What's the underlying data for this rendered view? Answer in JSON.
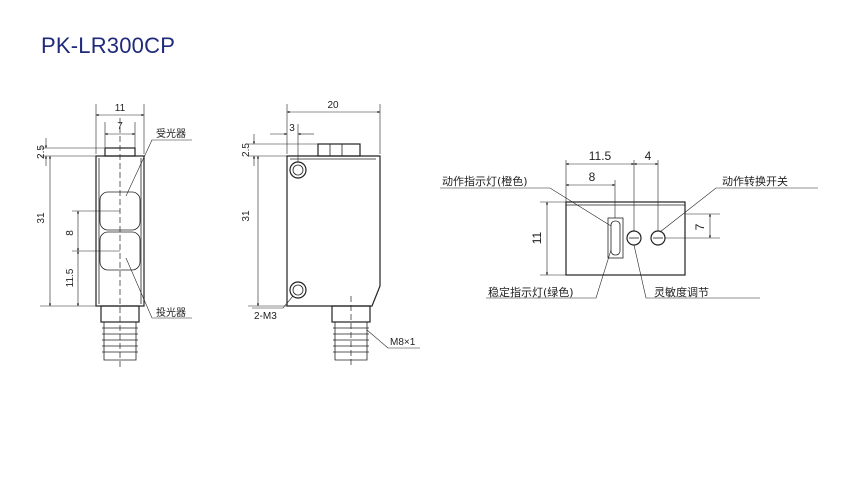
{
  "title": "PK-LR300CP",
  "front": {
    "w": "11",
    "lens_off": "7",
    "top": "2.5",
    "h": "31",
    "gap": "8",
    "bottom": "11.5",
    "receiver": "受光器",
    "emitter": "投光器"
  },
  "side": {
    "w": "20",
    "off": "3",
    "top": "2.5",
    "h": "31",
    "holes": "2-M3",
    "thread": "M8×1"
  },
  "top_view": {
    "w1": "11.5",
    "w2": "4",
    "w3": "8",
    "h": "11",
    "h2": "7",
    "op_led": "动作指示灯(橙色)",
    "switch": "动作转换开关",
    "stable_led": "稳定指示灯(绿色)",
    "sens": "灵敏度调节"
  }
}
